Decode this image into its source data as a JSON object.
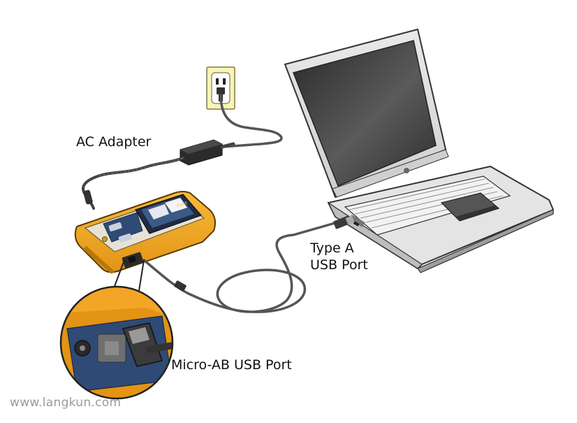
{
  "labels": {
    "ac_adapter": "AC Adapter",
    "type_a_line1": "Type A",
    "type_a_line2": "USB Port",
    "micro_ab": "Micro-AB USB Port"
  },
  "device_screen": {
    "brand_tag": "FLUKE"
  },
  "watermark": "www.langkun.com",
  "colors": {
    "device_body": "#f2a526",
    "outlet_plate": "#fbf5b4",
    "laptop_screen": "#3a3a3a",
    "cable": "#555555",
    "adapter": "#2b2b2b"
  }
}
